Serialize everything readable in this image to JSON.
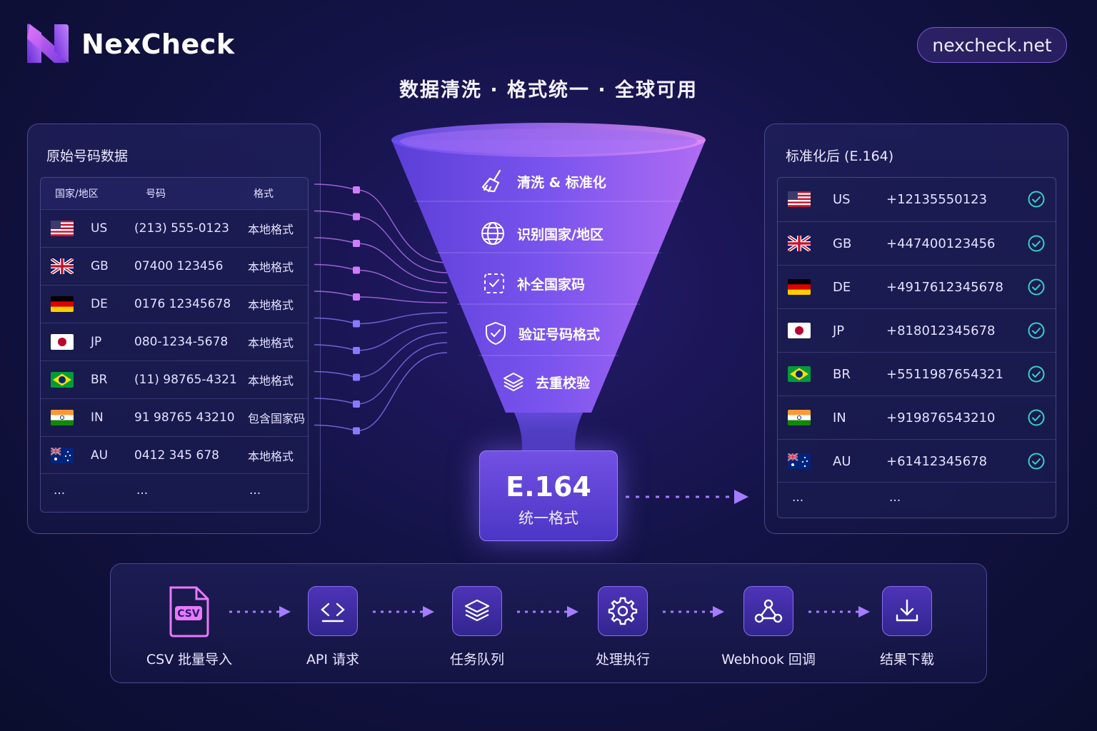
{
  "brand": {
    "name": "NexCheck",
    "domain": "nexcheck.net"
  },
  "tagline": "数据清洗 · 格式统一 · 全球可用",
  "colors": {
    "accent": "#8b5cf6",
    "check": "#37d0c6",
    "background": "#12133f"
  },
  "raw_panel": {
    "title": "原始号码数据",
    "headers": [
      "国家/地区",
      "号码",
      "格式"
    ],
    "rows": [
      {
        "flag": "us-flag",
        "code": "US",
        "number": "(213) 555-0123",
        "format": "本地格式"
      },
      {
        "flag": "gb-flag",
        "code": "GB",
        "number": "07400 123456",
        "format": "本地格式"
      },
      {
        "flag": "de-flag",
        "code": "DE",
        "number": "0176 12345678",
        "format": "本地格式"
      },
      {
        "flag": "jp-flag",
        "code": "JP",
        "number": "080-1234-5678",
        "format": "本地格式"
      },
      {
        "flag": "br-flag",
        "code": "BR",
        "number": "(11) 98765-4321",
        "format": "本地格式"
      },
      {
        "flag": "in-flag",
        "code": "IN",
        "number": "91 98765 43210",
        "format": "包含国家码"
      },
      {
        "flag": "au-flag",
        "code": "AU",
        "number": "0412 345 678",
        "format": "本地格式"
      }
    ],
    "ellipsis": "···"
  },
  "funnel": {
    "stages": [
      {
        "icon": "broom-icon",
        "label": "清洗 & 标准化"
      },
      {
        "icon": "globe-icon",
        "label": "识别国家/地区"
      },
      {
        "icon": "dashed-check-icon",
        "label": "补全国家码"
      },
      {
        "icon": "shield-check-icon",
        "label": "验证号码格式"
      },
      {
        "icon": "layers-icon",
        "label": "去重校验"
      }
    ],
    "output_title": "E.164",
    "output_subtitle": "统一格式"
  },
  "std_panel": {
    "title": "标准化后 (E.164)",
    "rows": [
      {
        "flag": "us-flag",
        "code": "US",
        "number": "+12135550123"
      },
      {
        "flag": "gb-flag",
        "code": "GB",
        "number": "+447400123456"
      },
      {
        "flag": "de-flag",
        "code": "DE",
        "number": "+4917612345678"
      },
      {
        "flag": "jp-flag",
        "code": "JP",
        "number": "+818012345678"
      },
      {
        "flag": "br-flag",
        "code": "BR",
        "number": "+5511987654321"
      },
      {
        "flag": "in-flag",
        "code": "IN",
        "number": "+919876543210"
      },
      {
        "flag": "au-flag",
        "code": "AU",
        "number": "+61412345678"
      }
    ],
    "ellipsis": "···"
  },
  "workflow": [
    {
      "icon": "csv-file-icon",
      "label": "CSV 批量导入"
    },
    {
      "icon": "code-icon",
      "label": "API 请求"
    },
    {
      "icon": "layers-icon",
      "label": "任务队列"
    },
    {
      "icon": "gear-icon",
      "label": "处理执行"
    },
    {
      "icon": "webhook-icon",
      "label": "Webhook 回调"
    },
    {
      "icon": "download-icon",
      "label": "结果下载"
    }
  ]
}
